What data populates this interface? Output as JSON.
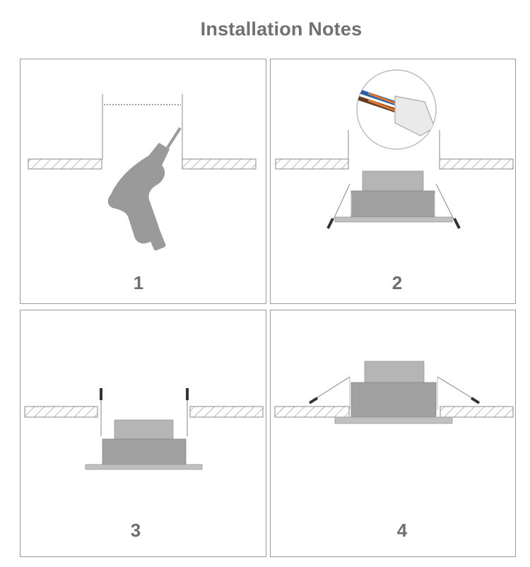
{
  "title": "Installation Notes",
  "steps": [
    {
      "number": "1",
      "icon": "power-drill-icon"
    },
    {
      "number": "2",
      "icon": "wire-connector-icon"
    },
    {
      "number": "3",
      "icon": "downlight-icon"
    },
    {
      "number": "4",
      "icon": "downlight-icon"
    }
  ],
  "colors": {
    "line": "#8a8a8a",
    "drill": "#9a9a9a",
    "fixture_top": "#b5b5b5",
    "fixture_body": "#a0a0a0",
    "trim": "#c0c0c0",
    "clip_end": "#333333",
    "wire_blue": "#2a5ea8",
    "wire_brown": "#6b3a1e",
    "wire_orange": "#e07a2a",
    "number_text": "#6f6f6f"
  }
}
